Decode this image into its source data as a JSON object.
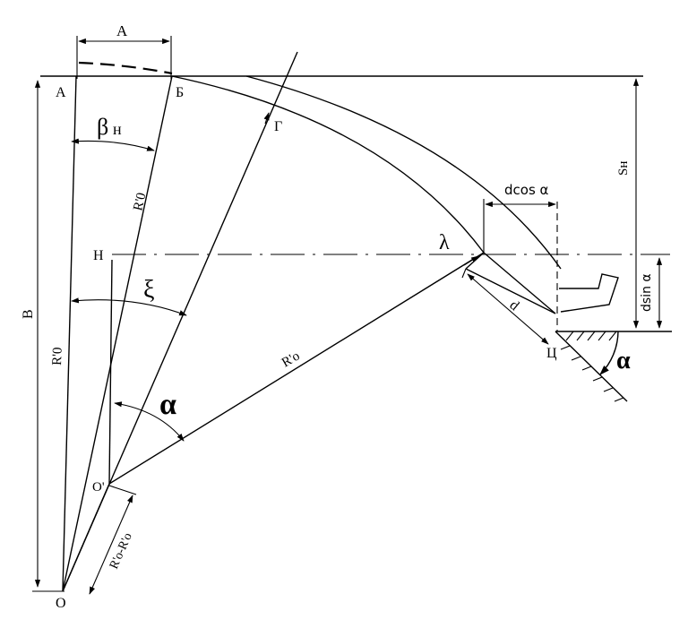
{
  "labels": {
    "a_top_dim": "A",
    "point_a": "A",
    "point_b": "Б",
    "point_g": "Г",
    "point_h": "Н",
    "point_ts": "Ц",
    "point_o": "О",
    "point_o_prime": "O'",
    "beta": "β",
    "beta_sub": "н",
    "xi": "ξ",
    "alpha_center": "α",
    "alpha_slope": "α",
    "lambda": "λ",
    "r0_prime_upper": "R'0",
    "r0": "R'0",
    "r0_prime_mid": "R'o",
    "r_diff": "R'o-R'o",
    "big_b": "B",
    "s_n": "Sн",
    "d_cos": "dcos α",
    "d_sin": "dsin α",
    "d": "d"
  }
}
